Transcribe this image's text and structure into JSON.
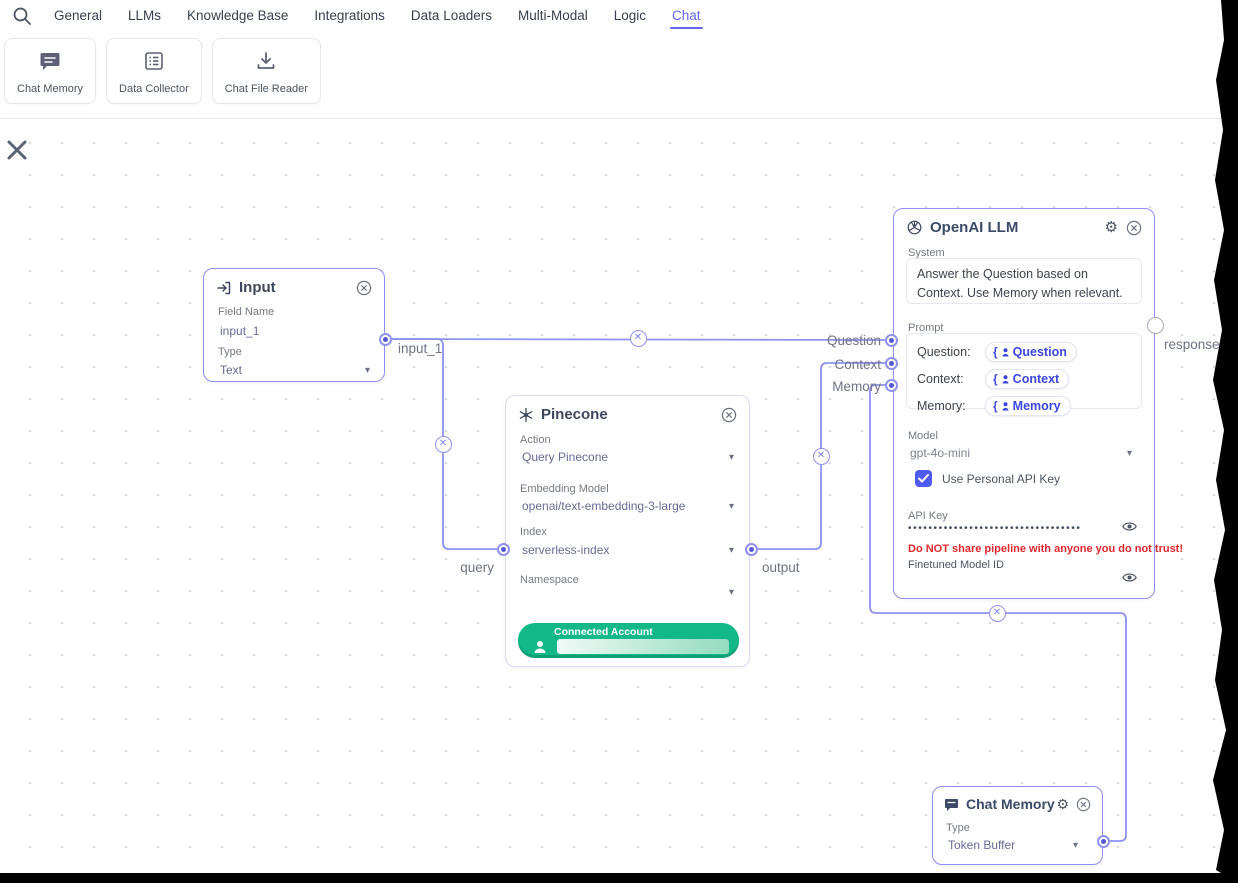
{
  "nav": {
    "tabs": [
      {
        "label": "General",
        "active": false
      },
      {
        "label": "LLMs",
        "active": false
      },
      {
        "label": "Knowledge Base",
        "active": false
      },
      {
        "label": "Integrations",
        "active": false
      },
      {
        "label": "Data Loaders",
        "active": false
      },
      {
        "label": "Multi-Modal",
        "active": false
      },
      {
        "label": "Logic",
        "active": false
      },
      {
        "label": "Chat",
        "active": true
      }
    ]
  },
  "palette": {
    "items": [
      {
        "icon": "chat-bubble-icon",
        "label": "Chat Memory"
      },
      {
        "icon": "data-table-icon",
        "label": "Data Collector"
      },
      {
        "icon": "download-icon",
        "label": "Chat File Reader"
      }
    ]
  },
  "icons": {
    "gear": "⚙",
    "edge_delete": "✕",
    "caret": "▾"
  },
  "nodes": {
    "input": {
      "title": "Input",
      "field_name_label": "Field Name",
      "field_name_value": "input_1",
      "type_label": "Type",
      "type_value": "Text",
      "output_port": "input_1"
    },
    "pinecone": {
      "title": "Pinecone",
      "action_label": "Action",
      "action_value": "Query Pinecone",
      "embedding_label": "Embedding Model",
      "embedding_value": "openai/text-embedding-3-large",
      "index_label": "Index",
      "index_value": "serverless-index",
      "namespace_label": "Namespace",
      "connected_account_label": "Connected Account",
      "input_port": "query",
      "output_port": "output"
    },
    "openai": {
      "title": "OpenAI LLM",
      "system_label": "System",
      "system_value": "Answer the Question based on Context. Use Memory when relevant.",
      "prompt_label": "Prompt",
      "prompt_rows": [
        {
          "label": "Question:",
          "chip": "Question"
        },
        {
          "label": "Context:",
          "chip": "Context"
        },
        {
          "label": "Memory:",
          "chip": "Memory"
        }
      ],
      "model_label": "Model",
      "model_value": "gpt-4o-mini",
      "use_personal_key_label": "Use Personal API Key",
      "use_personal_key_checked": true,
      "api_key_label": "API Key",
      "api_key_masked": "••••••••••••••••••••••••••••••••••",
      "warning": "Do NOT share pipeline with anyone you do not trust!",
      "finetuned_label": "Finetuned Model ID",
      "input_ports": [
        "Question",
        "Context",
        "Memory"
      ],
      "output_port": "response"
    },
    "chat_memory": {
      "title": "Chat Memory",
      "type_label": "Type",
      "type_value": "Token Buffer"
    }
  },
  "colors": {
    "accent": "#6366f1",
    "edge": "#8f92f2",
    "connected_green": "#12b886",
    "warning_red": "#e0282f"
  }
}
